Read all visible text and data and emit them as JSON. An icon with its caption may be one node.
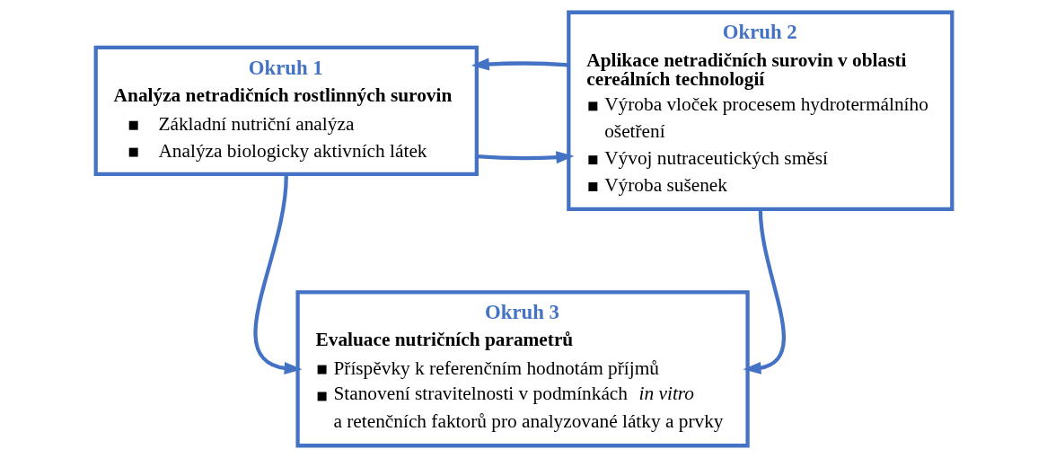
{
  "diagram": {
    "nodes": [
      {
        "text": [
          "Okruh 1",
          "Analýza netradičních rostlinných surovin",
          "Základní nutriční analýza",
          "Analýza biologicky aktivních látek"
        ]
      },
      {
        "text": [
          "Okruh 2",
          "Aplikace netradičních surovin v oblasti cereálních technologií",
          "Výroba vloček procesem hydrotermálního ošetření",
          "Vývoj nutraceutických směsí",
          "Výroba sušenek"
        ]
      },
      {
        "text": [
          "Okruh 3",
          "Evaluace nutričních parametrů",
          "Příspěvky k referenčním hodnotám příjmů",
          "Stanovení stravitelnosti v podmínkách *in vitro* a retenčních faktorů pro analyzované látky a prvky"
        ]
      }
    ],
    "edges": [
      {
        "from": 0,
        "to": 1,
        "arrow": "to"
      },
      {
        "from": 1,
        "to": 0,
        "arrow": "to"
      },
      {
        "from": 0,
        "to": 2,
        "arrow": "to"
      },
      {
        "from": 1,
        "to": 2,
        "arrow": "to"
      }
    ]
  }
}
